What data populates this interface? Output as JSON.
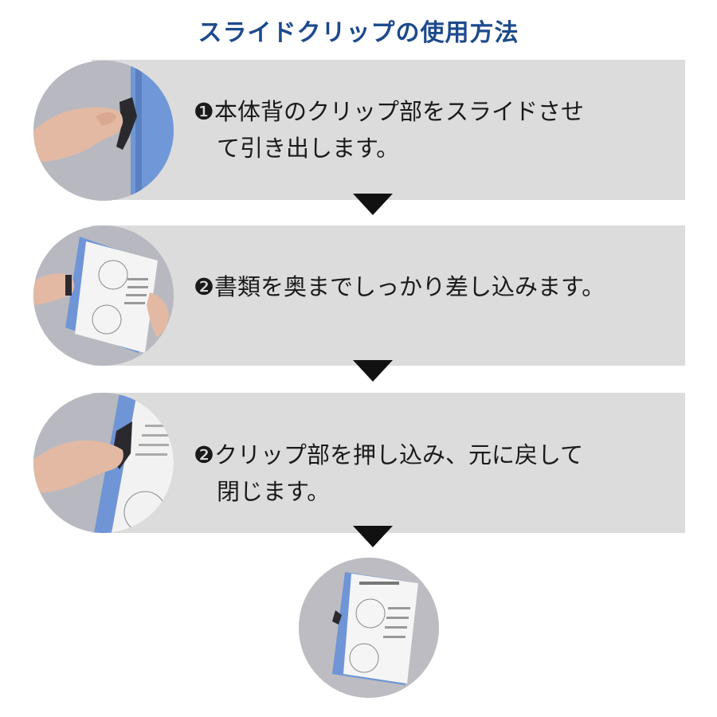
{
  "title": "スライドクリップの使用方法",
  "steps": [
    {
      "text": "❶本体背のクリップ部をスライドさせ\n　て引き出します。"
    },
    {
      "text": "❷書類を奥までしっかり差し込みます。"
    },
    {
      "text": "❷クリップ部を押し込み、元に戻して\n　閉じます。"
    }
  ],
  "colors": {
    "title": "#1d4a8c",
    "band": "#dcdcdc",
    "arrow": "#111111",
    "folder_blue": "#6f95d6"
  }
}
